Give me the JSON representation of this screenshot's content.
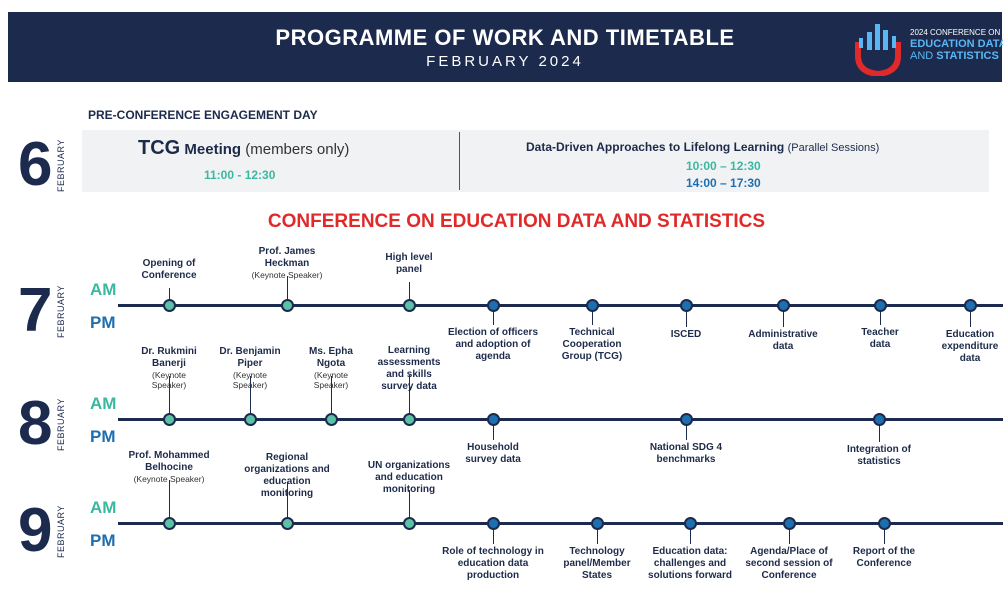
{
  "header": {
    "title": "PROGRAMME OF WORK AND TIMETABLE",
    "subtitle": "FEBRUARY 2024",
    "logo": {
      "line1": "2024 CONFERENCE ON",
      "line2": "EDUCATION DATA",
      "line3a": "AND ",
      "line3b": "STATISTICS"
    }
  },
  "pre": {
    "title": "PRE-CONFERENCE ENGAGEMENT DAY",
    "day": "6",
    "month": "FEBRUARY",
    "tcg_big": "TCG",
    "tcg_mid": "Meeting",
    "tcg_note": "(members only)",
    "tcg_time": "11:00 - 12:30",
    "dd_title": "Data-Driven Approaches to Lifelong Learning",
    "dd_note": "(Parallel Sessions)",
    "dd_time1": "10:00 – 12:30",
    "dd_time2": "14:00 – 17:30"
  },
  "conference_title": "CONFERENCE ON EDUCATION DATA AND STATISTICS",
  "labels": {
    "am": "AM",
    "pm": "PM",
    "month": "FEBRUARY"
  },
  "days": [
    {
      "day": "7",
      "am": [
        {
          "title": "Opening of Conference",
          "sub": ""
        },
        {
          "title": "Prof. James Heckman",
          "sub": "(Keynote Speaker)"
        },
        {
          "title": "High level panel",
          "sub": ""
        }
      ],
      "pm": [
        {
          "title": "Election of officers and adoption of agenda"
        },
        {
          "title": "Technical Cooperation Group (TCG)"
        },
        {
          "title": "ISCED"
        },
        {
          "title": "Administrative data"
        },
        {
          "title": "Teacher data"
        },
        {
          "title": "Education expenditure data"
        }
      ]
    },
    {
      "day": "8",
      "am": [
        {
          "title": "Dr. Rukmini Banerji",
          "sub": "(Keynote Speaker)"
        },
        {
          "title": "Dr. Benjamin Piper",
          "sub": "(Keynote Speaker)"
        },
        {
          "title": "Ms. Epha Ngota",
          "sub": "(Keynote Speaker)"
        },
        {
          "title": "Learning assessments and skills survey data",
          "sub": ""
        }
      ],
      "pm": [
        {
          "title": "Household survey data"
        },
        {
          "title": "National SDG 4 benchmarks"
        },
        {
          "title": "Integration of statistics"
        }
      ]
    },
    {
      "day": "9",
      "am": [
        {
          "title": "Prof. Mohammed Belhocine",
          "sub": "(Keynote Speaker)"
        },
        {
          "title": "Regional organizations and education monitoring",
          "sub": ""
        },
        {
          "title": "UN organizations and education monitoring",
          "sub": ""
        }
      ],
      "pm": [
        {
          "title": "Role of technology in education data production"
        },
        {
          "title": "Technology panel/Member States"
        },
        {
          "title": "Education data: challenges and solutions forward"
        },
        {
          "title": "Agenda/Place of second session of Conference"
        },
        {
          "title": "Report of the Conference"
        }
      ]
    }
  ]
}
